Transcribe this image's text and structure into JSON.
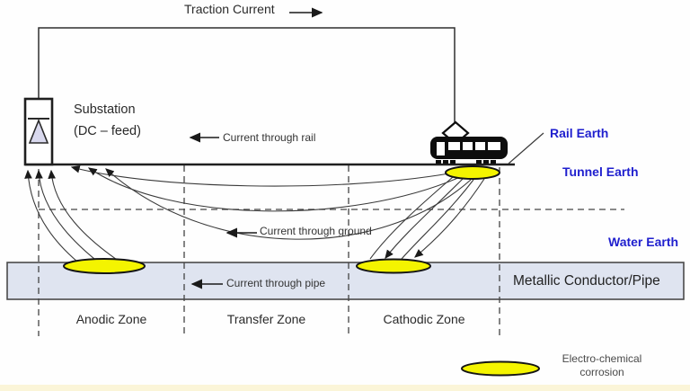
{
  "colors": {
    "earth_label": "#1f1fce",
    "corrosion": "#f4f400",
    "pipe_fill": "#dfe4f0",
    "line": "#3a3a3a",
    "text": "#2a2a2a"
  },
  "header": {
    "traction_current": "Traction Current"
  },
  "substation": {
    "name": "Substation",
    "feed": "(DC – feed)"
  },
  "flow_labels": {
    "rail": "Current through rail",
    "ground": "Current through ground",
    "pipe": "Current through pipe"
  },
  "earth_labels": {
    "rail": "Rail Earth",
    "tunnel": "Tunnel Earth",
    "water": "Water Earth"
  },
  "pipe": {
    "label": "Metallic Conductor/Pipe"
  },
  "zones": [
    {
      "label": "Anodic Zone"
    },
    {
      "label": "Transfer Zone"
    },
    {
      "label": "Cathodic Zone"
    }
  ],
  "legend": {
    "title": "Electro-chemical",
    "subtitle": "corrosion"
  }
}
